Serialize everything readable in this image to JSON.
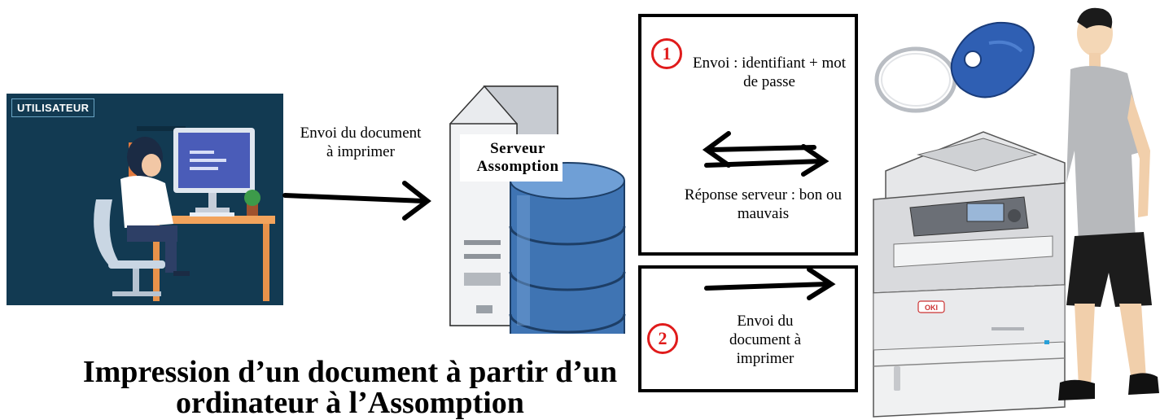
{
  "user": {
    "label": "UTILISATEUR"
  },
  "flow": {
    "send_document": "Envoi du document à imprimer"
  },
  "server": {
    "label": "Serveur Assomption"
  },
  "step1": {
    "number": "1",
    "send_text": "Envoi : identifiant + mot de passe",
    "reply_text": "Réponse serveur : bon ou mauvais"
  },
  "step2": {
    "number": "2",
    "send_text": "Envoi du document à imprimer"
  },
  "title": "Impression d’un document à partir d’un ordinateur à l’Assomption",
  "printer": {
    "brand": "OKI"
  },
  "colors": {
    "badge": "#e01b1b",
    "user_bg": "#123a52",
    "database": "#3f74b3",
    "tag": "#2f5fb3"
  }
}
